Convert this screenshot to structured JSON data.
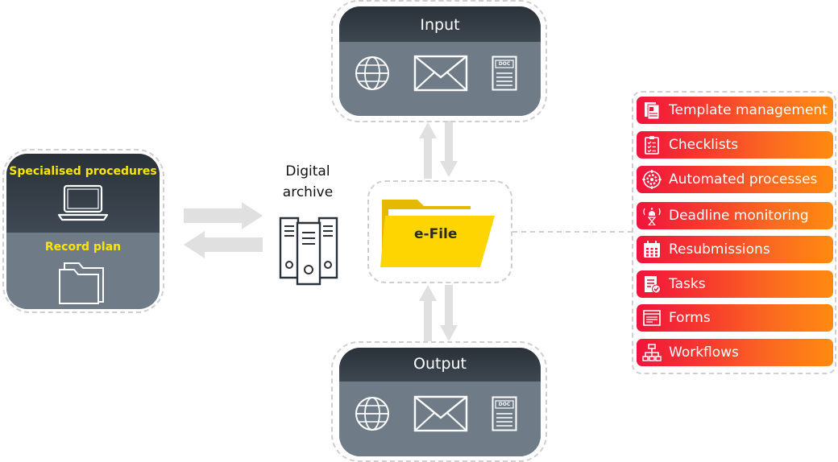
{
  "left_panel": {
    "top_label": "Specialised procedures",
    "bottom_label": "Record plan",
    "top_icon": "laptop-icon",
    "bottom_icon": "folder-icon"
  },
  "archive": {
    "title_line1": "Digital",
    "title_line2": "archive",
    "icon": "server-icon"
  },
  "center": {
    "label": "e-File",
    "icon": "folder-icon"
  },
  "input_panel": {
    "title": "Input",
    "icons": [
      "globe-icon",
      "envelope-icon",
      "doc-icon"
    ],
    "doc_badge": "DOC"
  },
  "output_panel": {
    "title": "Output",
    "icons": [
      "globe-icon",
      "envelope-icon",
      "doc-icon"
    ],
    "doc_badge": "DOC"
  },
  "features": [
    {
      "label": "Template management",
      "icon": "template-icon"
    },
    {
      "label": "Checklists",
      "icon": "checklist-icon"
    },
    {
      "label": "Automated processes",
      "icon": "gear-target-icon"
    },
    {
      "label": "Deadline monitoring",
      "icon": "alarm-hourglass-icon"
    },
    {
      "label": "Resubmissions",
      "icon": "calendar-icon"
    },
    {
      "label": "Tasks",
      "icon": "task-icon"
    },
    {
      "label": "Forms",
      "icon": "form-icon"
    },
    {
      "label": "Workflows",
      "icon": "workflow-icon"
    }
  ],
  "colors": {
    "dark_head": "#2a3139",
    "panel_body": "#6f7c88",
    "highlight_text": "#ffe600",
    "folder": "#ffd500",
    "gradient_start": "#f0143c",
    "gradient_end": "#ff8a10",
    "arrow": "#e0e0e0",
    "dash": "#cfcfcf"
  }
}
